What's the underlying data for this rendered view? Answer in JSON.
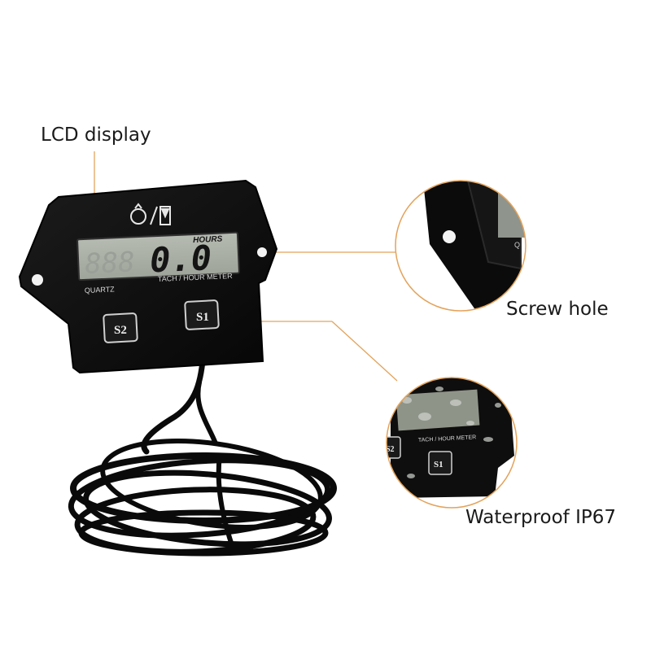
{
  "callouts": {
    "lcd": "LCD display",
    "screw": "Screw hole",
    "waterproof": "Waterproof IP67"
  },
  "device": {
    "digits": "0.0",
    "unit": "HOURS",
    "brand": "QUARTZ",
    "model": "TACH / HOUR METER",
    "button_s2": "S2",
    "button_s1": "S1"
  },
  "inset_waterproof": {
    "model": "TACH / HOUR METER",
    "button_s2": "S2",
    "button_s1": "S1"
  },
  "inset_screw": {
    "letter": "Q"
  },
  "colors": {
    "callout_line": "#e3a35c",
    "body": "#0d0d0d",
    "lcd": "#aab0a6",
    "lcd_digit": "#1a1a1a",
    "ghost_digit": "#9aa097"
  }
}
